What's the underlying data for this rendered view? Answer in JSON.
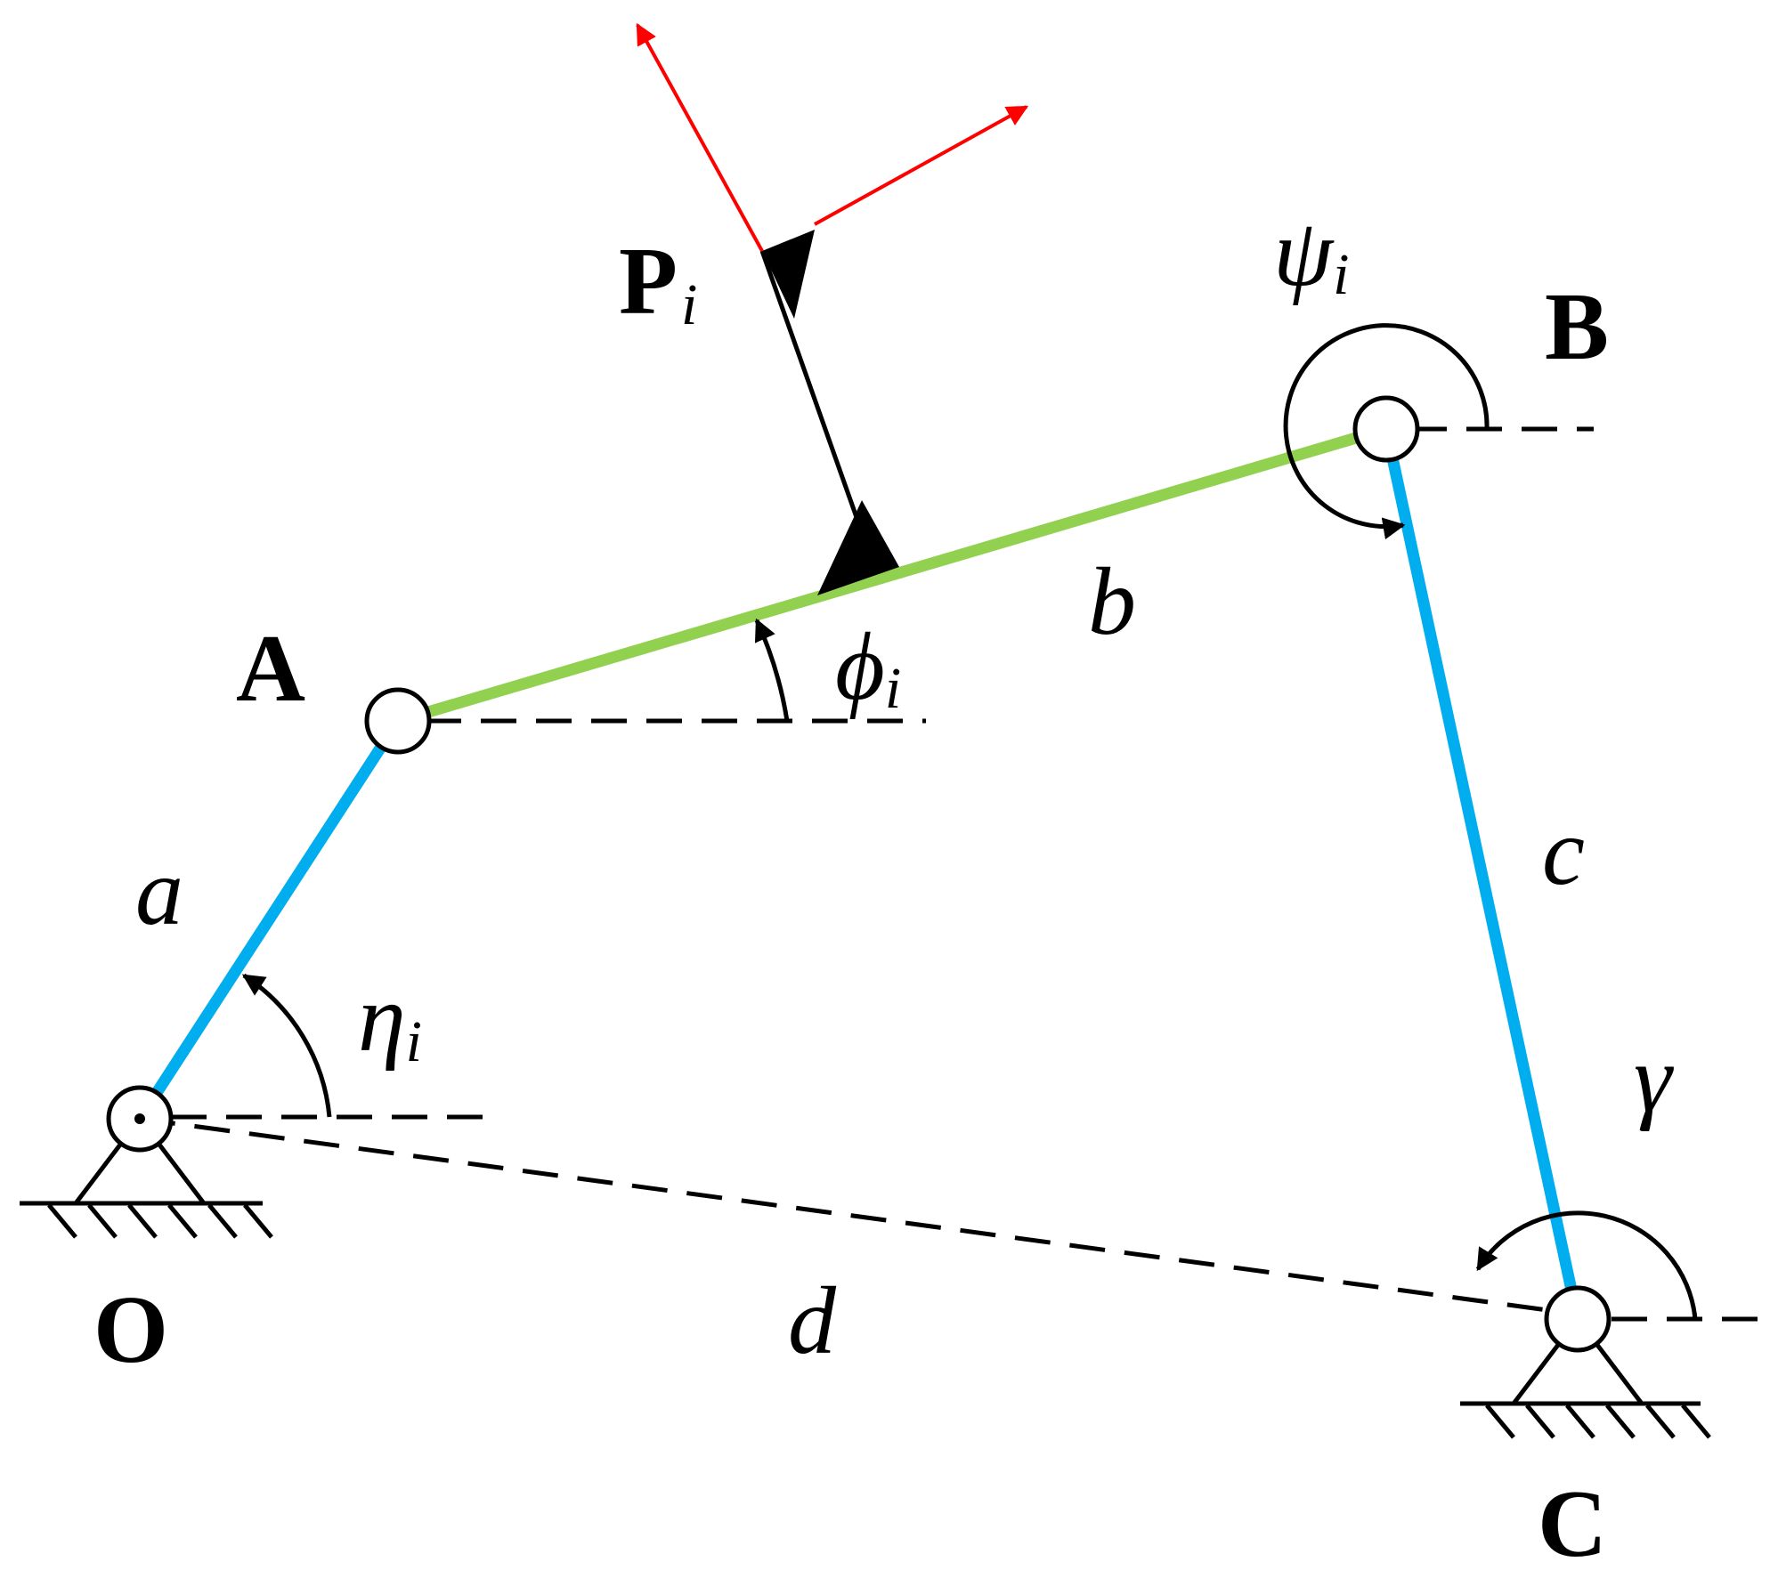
{
  "colors": {
    "crank_link": "#00ADEF",
    "coupler_link": "#92D050",
    "frame_arrows": "#FF0000",
    "stroke": "#000000",
    "background": "#FFFFFF"
  },
  "points": {
    "O": "O",
    "A": "A",
    "B": "B",
    "C": "C",
    "P": {
      "main": "P",
      "sub": "i"
    }
  },
  "links": {
    "a": "a",
    "b": "b",
    "c": "c",
    "d": "d"
  },
  "angles": {
    "eta": {
      "main": "η",
      "sub": "i"
    },
    "phi": {
      "main": "ϕ",
      "sub": "i"
    },
    "psi": {
      "main": "ψ",
      "sub": "i"
    },
    "gamma": {
      "main": "γ"
    }
  }
}
